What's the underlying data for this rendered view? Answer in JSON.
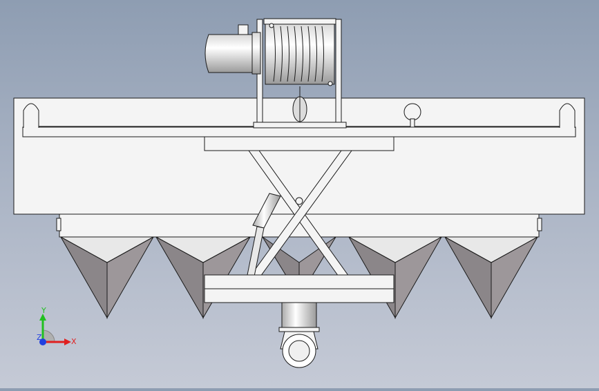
{
  "viewport": {
    "background_top": "#8e9db2",
    "background_bottom": "#c5cad6",
    "line_color": "#1a1a1a",
    "body_fill": "#f4f4f4",
    "hopper_dark": "#8b8689",
    "hopper_light": "#9d979a"
  },
  "triad": {
    "x_label": "X",
    "y_label": "Y",
    "z_label": "Z",
    "x_color": "#e02020",
    "y_color": "#20c020",
    "z_color": "#2040e0"
  }
}
